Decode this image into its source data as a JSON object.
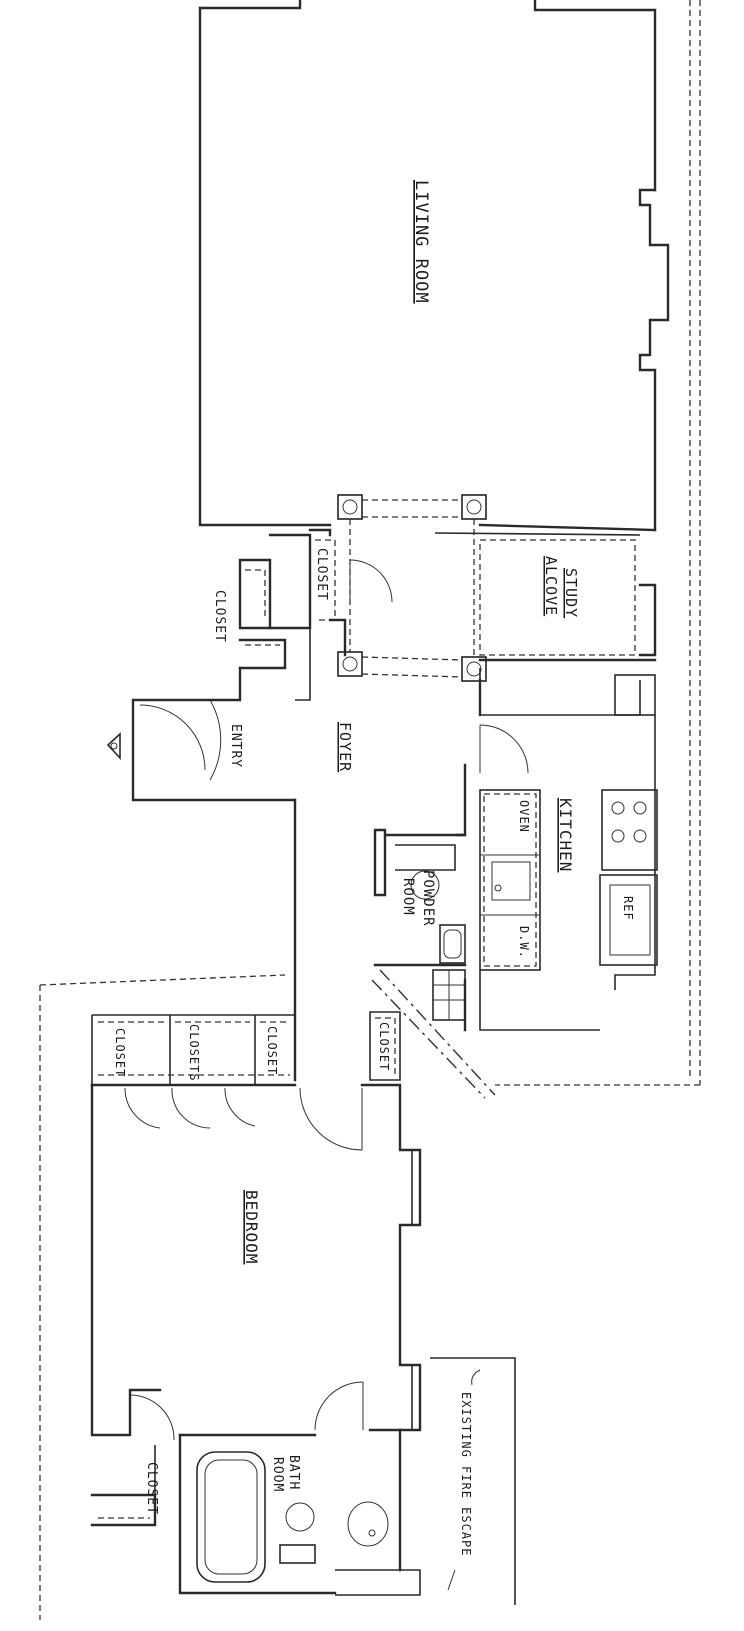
{
  "plan": {
    "rooms": {
      "living_room": "LIVING ROOM",
      "study_alcove_line1": "STUDY",
      "study_alcove_line2": "ALCOVE",
      "closet_top": "CLOSET",
      "closet_left": "CLOSET",
      "entry": "ENTRY",
      "foyer": "FOYER",
      "kitchen": "KITCHEN",
      "oven": "OVEN",
      "dw": "D.W.",
      "ref": "REF",
      "powder_room_line1": "POWDER",
      "powder_room_line2": "ROOM",
      "closet_hall": "CLOSET",
      "closet_bed_a": "CLOSET",
      "closets_bed": "CLOSETS",
      "closet_bed_b": "CLOSET",
      "bedroom": "BEDROOM",
      "bath_room_line1": "BATH",
      "bath_room_line2": "ROOM",
      "closet_bottom": "CLOSET",
      "fire_escape": "EXISTING FIRE ESCAPE"
    }
  }
}
